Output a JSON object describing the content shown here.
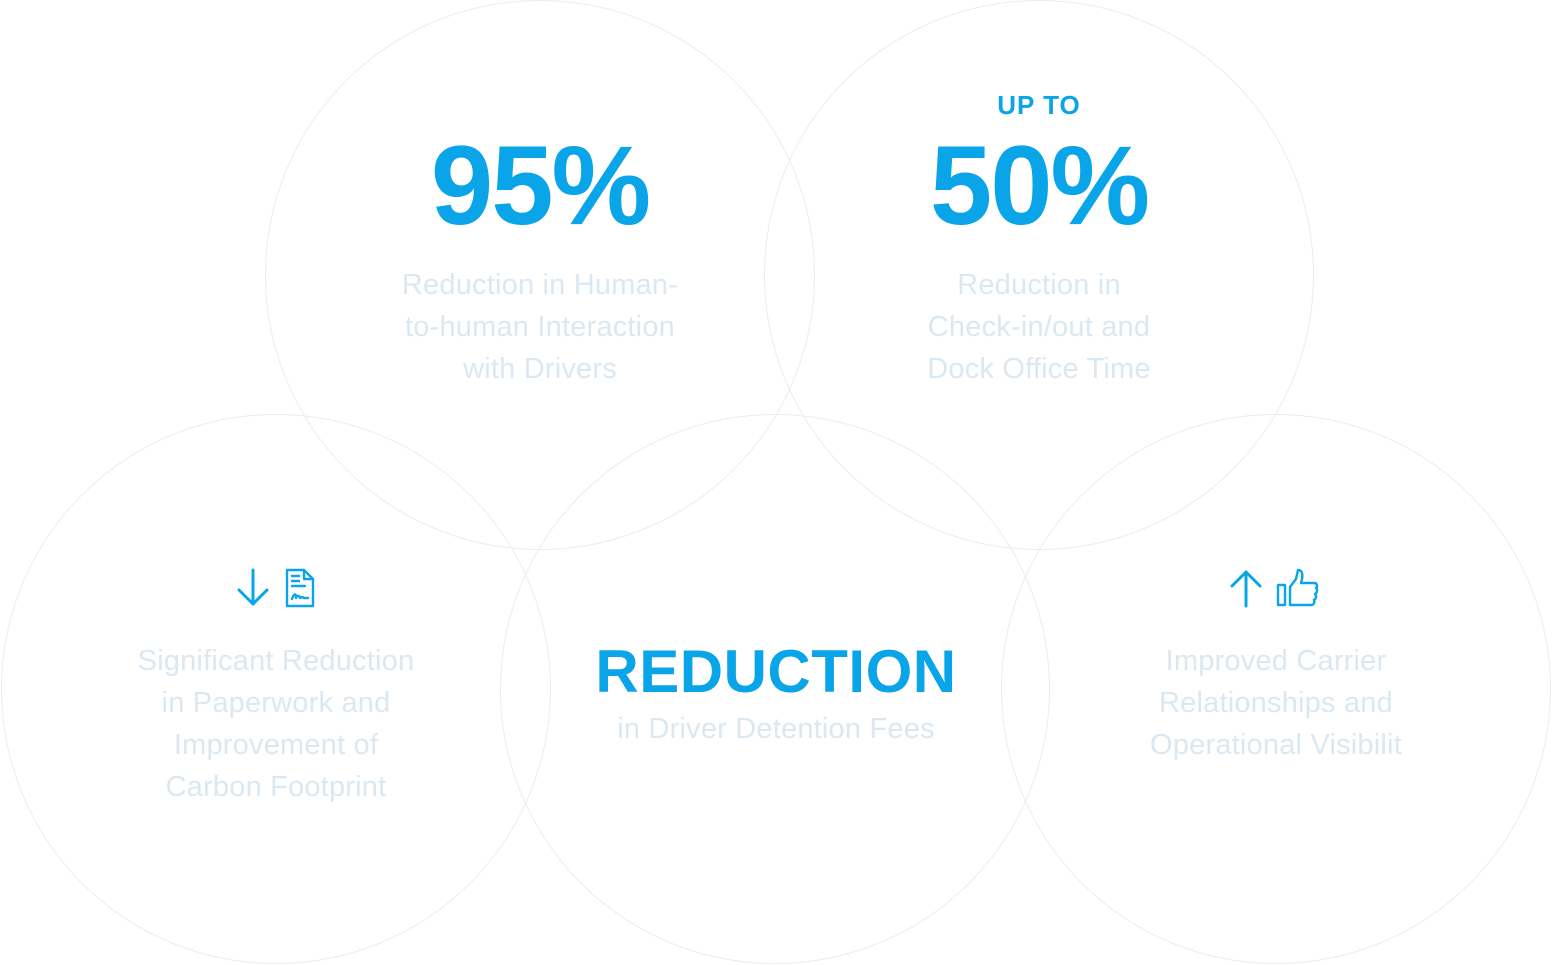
{
  "colors": {
    "accent": "#0aa4e8",
    "muted_text": "#dbe8f1",
    "circle_border": "#ececec"
  },
  "stats": {
    "human_interaction": {
      "value": "95%",
      "description_lines": [
        "Reduction in Human-",
        "to-human Interaction",
        "with Drivers"
      ]
    },
    "check_in_time": {
      "prefix": "UP TO",
      "value": "50%",
      "description_lines": [
        "Reduction in",
        "Check-in/out and",
        "Dock Office Time"
      ]
    },
    "paperwork": {
      "icons": [
        "arrow-down-icon",
        "signed-document-icon"
      ],
      "description_lines": [
        "Significant Reduction",
        "in Paperwork and",
        "Improvement of",
        "Carbon Footprint"
      ]
    },
    "detention_fees": {
      "heading": "REDUCTION",
      "description_lines": [
        "in Driver Detention Fees"
      ]
    },
    "carrier_relationships": {
      "icons": [
        "arrow-up-icon",
        "thumbs-up-icon"
      ],
      "description_lines": [
        "Improved Carrier",
        "Relationships and",
        "Operational Visibilit"
      ]
    }
  }
}
